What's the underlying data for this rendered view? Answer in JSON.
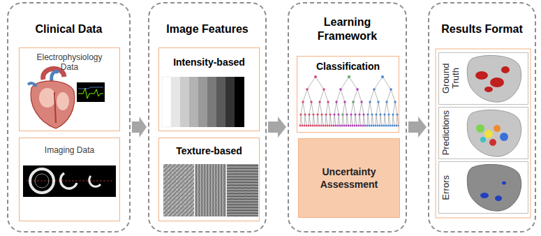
{
  "diagram": {
    "nodes": [
      {
        "text": [
          "Clinical Data"
        ]
      },
      {
        "text": [
          "Electrophysiology Data"
        ],
        "in": 0
      },
      {
        "text": [
          "Imaging Data"
        ],
        "in": 0
      },
      {
        "text": [
          "Image Features"
        ]
      },
      {
        "text": [
          "Intensity-based"
        ],
        "in": 3
      },
      {
        "text": [
          "Texture-based"
        ],
        "in": 3
      },
      {
        "text": [
          "Learning Framework"
        ]
      },
      {
        "text": [
          "Classification"
        ],
        "in": 6
      },
      {
        "text": [
          "Uncertainty Assessment"
        ],
        "in": 6
      },
      {
        "text": [
          "Results Format"
        ]
      },
      {
        "text": [
          "Ground Truth"
        ],
        "in": 9
      },
      {
        "text": [
          "Predictions"
        ],
        "in": 9
      },
      {
        "text": [
          "Errors"
        ],
        "in": 9
      }
    ],
    "edges": [
      {
        "from": 0,
        "to": 3,
        "arrow": "to"
      },
      {
        "from": 3,
        "to": 6,
        "arrow": "to"
      },
      {
        "from": 6,
        "to": 9,
        "arrow": "to"
      }
    ]
  }
}
